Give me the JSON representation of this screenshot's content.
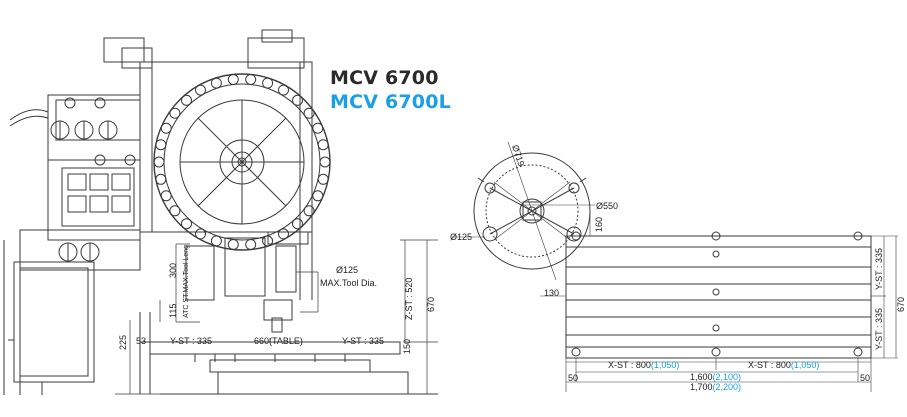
{
  "colors": {
    "line": "#3a3a3a",
    "accent": "#1aa0e6",
    "text": "#222222"
  },
  "titles": {
    "primary": "MCV 6700",
    "secondary": "MCV 6700L"
  },
  "side_view": {
    "dim_300": "300",
    "dim_115": "115",
    "spindle_tool_label": "ATC ST.MAX.Tool Leng.",
    "tool_dia": "Ø125",
    "tool_dia_label": "MAX.Tool Dia.",
    "z_st": "Z-ST : 520",
    "dim_670": "670",
    "dim_225": "225",
    "dim_53": "53",
    "y_st_left": "Y-ST : 335",
    "table_width": "660(TABLE)",
    "y_st_right": "Y-ST : 335",
    "dim_150": "150"
  },
  "magazine_plan": {
    "dia_719": "Ø719",
    "dia_550": "Ø550",
    "dia_125": "Ø125",
    "dim_160": "160",
    "dim_130": "130"
  },
  "table_plan": {
    "x_st_left": "X-ST : 800",
    "x_st_left_long": "(1,050)",
    "x_st_right": "X-ST : 800",
    "x_st_right_long": "(1,050)",
    "dim_50_left": "50",
    "dim_50_right": "50",
    "len_1600": "1,600",
    "len_1600_long": "(2,100)",
    "len_1700": "1,700",
    "len_1700_long": "(2,200)",
    "y_st_top": "Y-ST : 335",
    "y_st_bottom": "Y-ST : 335",
    "dim_670": "670"
  }
}
